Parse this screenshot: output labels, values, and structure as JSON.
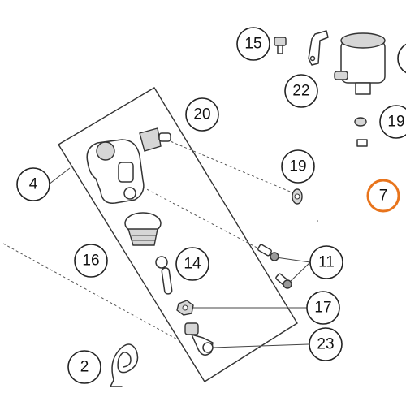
{
  "diagram": {
    "highlight_color": "#e8741c",
    "callouts": [
      {
        "id": "c15",
        "label": "15"
      },
      {
        "id": "c22",
        "label": "22"
      },
      {
        "id": "c20",
        "label": "20"
      },
      {
        "id": "c19a",
        "label": "19"
      },
      {
        "id": "c19b",
        "label": "19"
      },
      {
        "id": "c4",
        "label": "4"
      },
      {
        "id": "c7",
        "label": "7",
        "highlighted": true
      },
      {
        "id": "c16",
        "label": "16"
      },
      {
        "id": "c14",
        "label": "14"
      },
      {
        "id": "c11",
        "label": "11"
      },
      {
        "id": "c17",
        "label": "17"
      },
      {
        "id": "c23",
        "label": "23"
      },
      {
        "id": "c2",
        "label": "2"
      }
    ]
  }
}
